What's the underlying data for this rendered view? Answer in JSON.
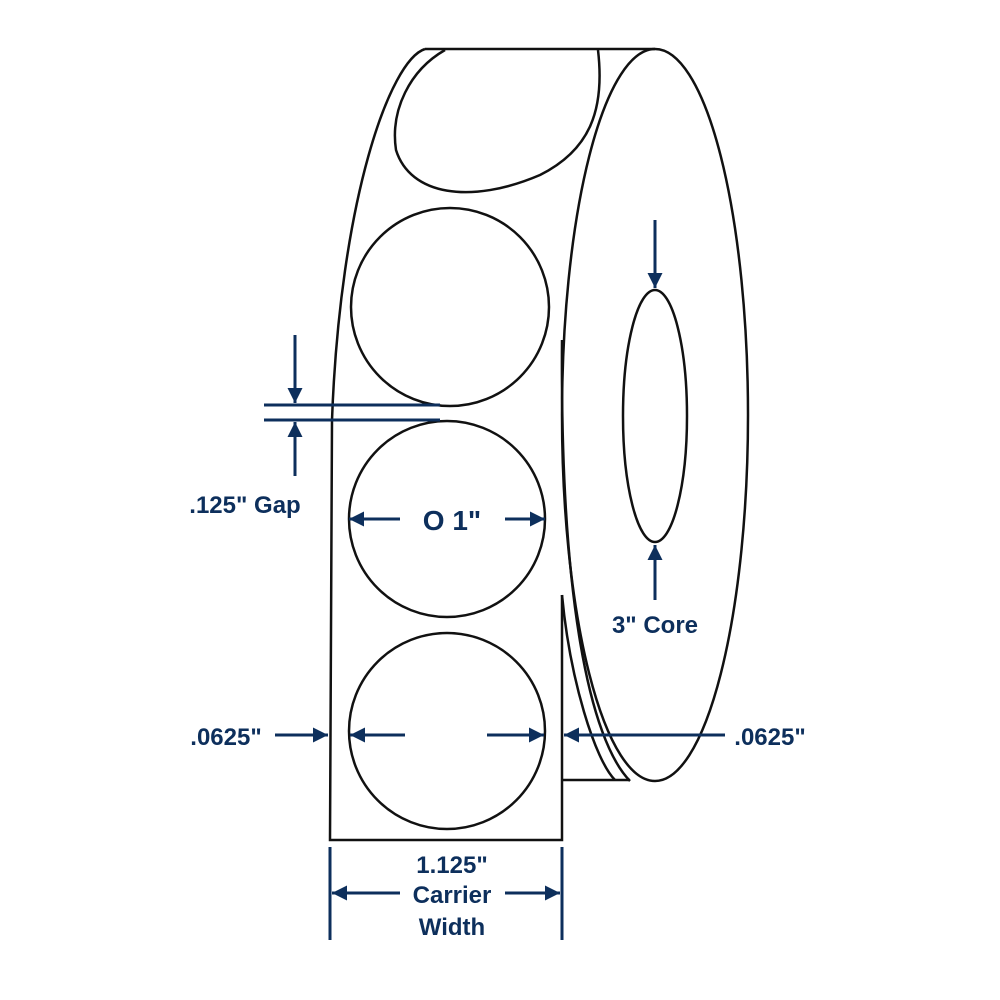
{
  "diagram": {
    "title": "Circle label roll dimensions",
    "colors": {
      "dimension": "#0d2f5c",
      "outline": "#111111"
    },
    "labels": {
      "gap": ".125\" Gap",
      "diameter": "O 1\"",
      "core": "3\" Core",
      "left_margin": ".0625\"",
      "right_margin": ".0625\"",
      "carrier_width_value": "1.125\"",
      "carrier_width_line1": "Carrier",
      "carrier_width_line2": "Width"
    }
  }
}
